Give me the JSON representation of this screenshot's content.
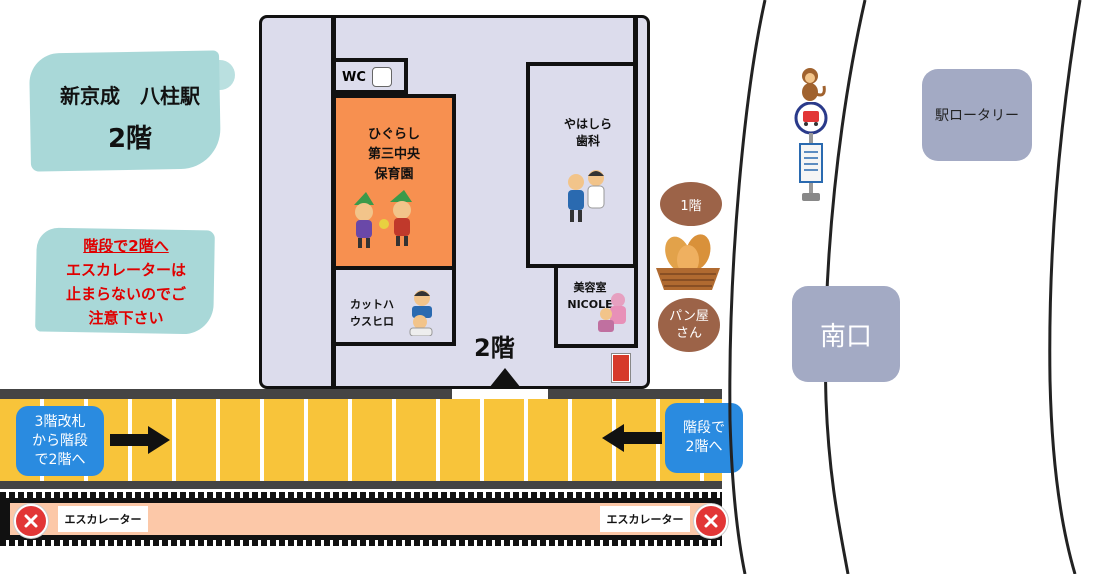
{
  "title": {
    "station": "新京成　八柱駅",
    "floor": "2階"
  },
  "warning": {
    "line1": "階段で2階へ",
    "line2": "エスカレーターは",
    "line3": "止まらないのでご",
    "line4": "注意下さい"
  },
  "rooms": {
    "wc": "WC",
    "nursery": {
      "line1": "ひぐらし",
      "line2": "第三中央",
      "line3": "保育園"
    },
    "dental": {
      "line1": "やはしら",
      "line2": "歯科"
    },
    "barber": {
      "line1": "カットハ",
      "line2": "ウスヒロ"
    },
    "salon": {
      "line1": "美容室",
      "line2": "NICOLE"
    }
  },
  "floor_label": "2階",
  "right_side": {
    "floor1": "1階",
    "bakery": {
      "line1": "パン屋",
      "line2": "さん"
    },
    "south_exit": "南口",
    "rotary": "駅ロータリー"
  },
  "buttons": {
    "left": {
      "line1": "3階改札",
      "line2": "から階段",
      "line3": "で2階へ"
    },
    "right": {
      "line1": "階段で",
      "line2": "2階へ"
    }
  },
  "escalators": {
    "left": "エスカレーター",
    "right": "エスカレーター"
  },
  "colors": {
    "brush": "#a9d8d8",
    "building": "#dcdcec",
    "nursery": "#f79050",
    "walkway": "#f8c43a",
    "escalator": "#fcc8a8",
    "warning_text": "#e00000",
    "blue": "#2a8be0",
    "brown": "#9c6348",
    "gray": "#a3aac4"
  }
}
